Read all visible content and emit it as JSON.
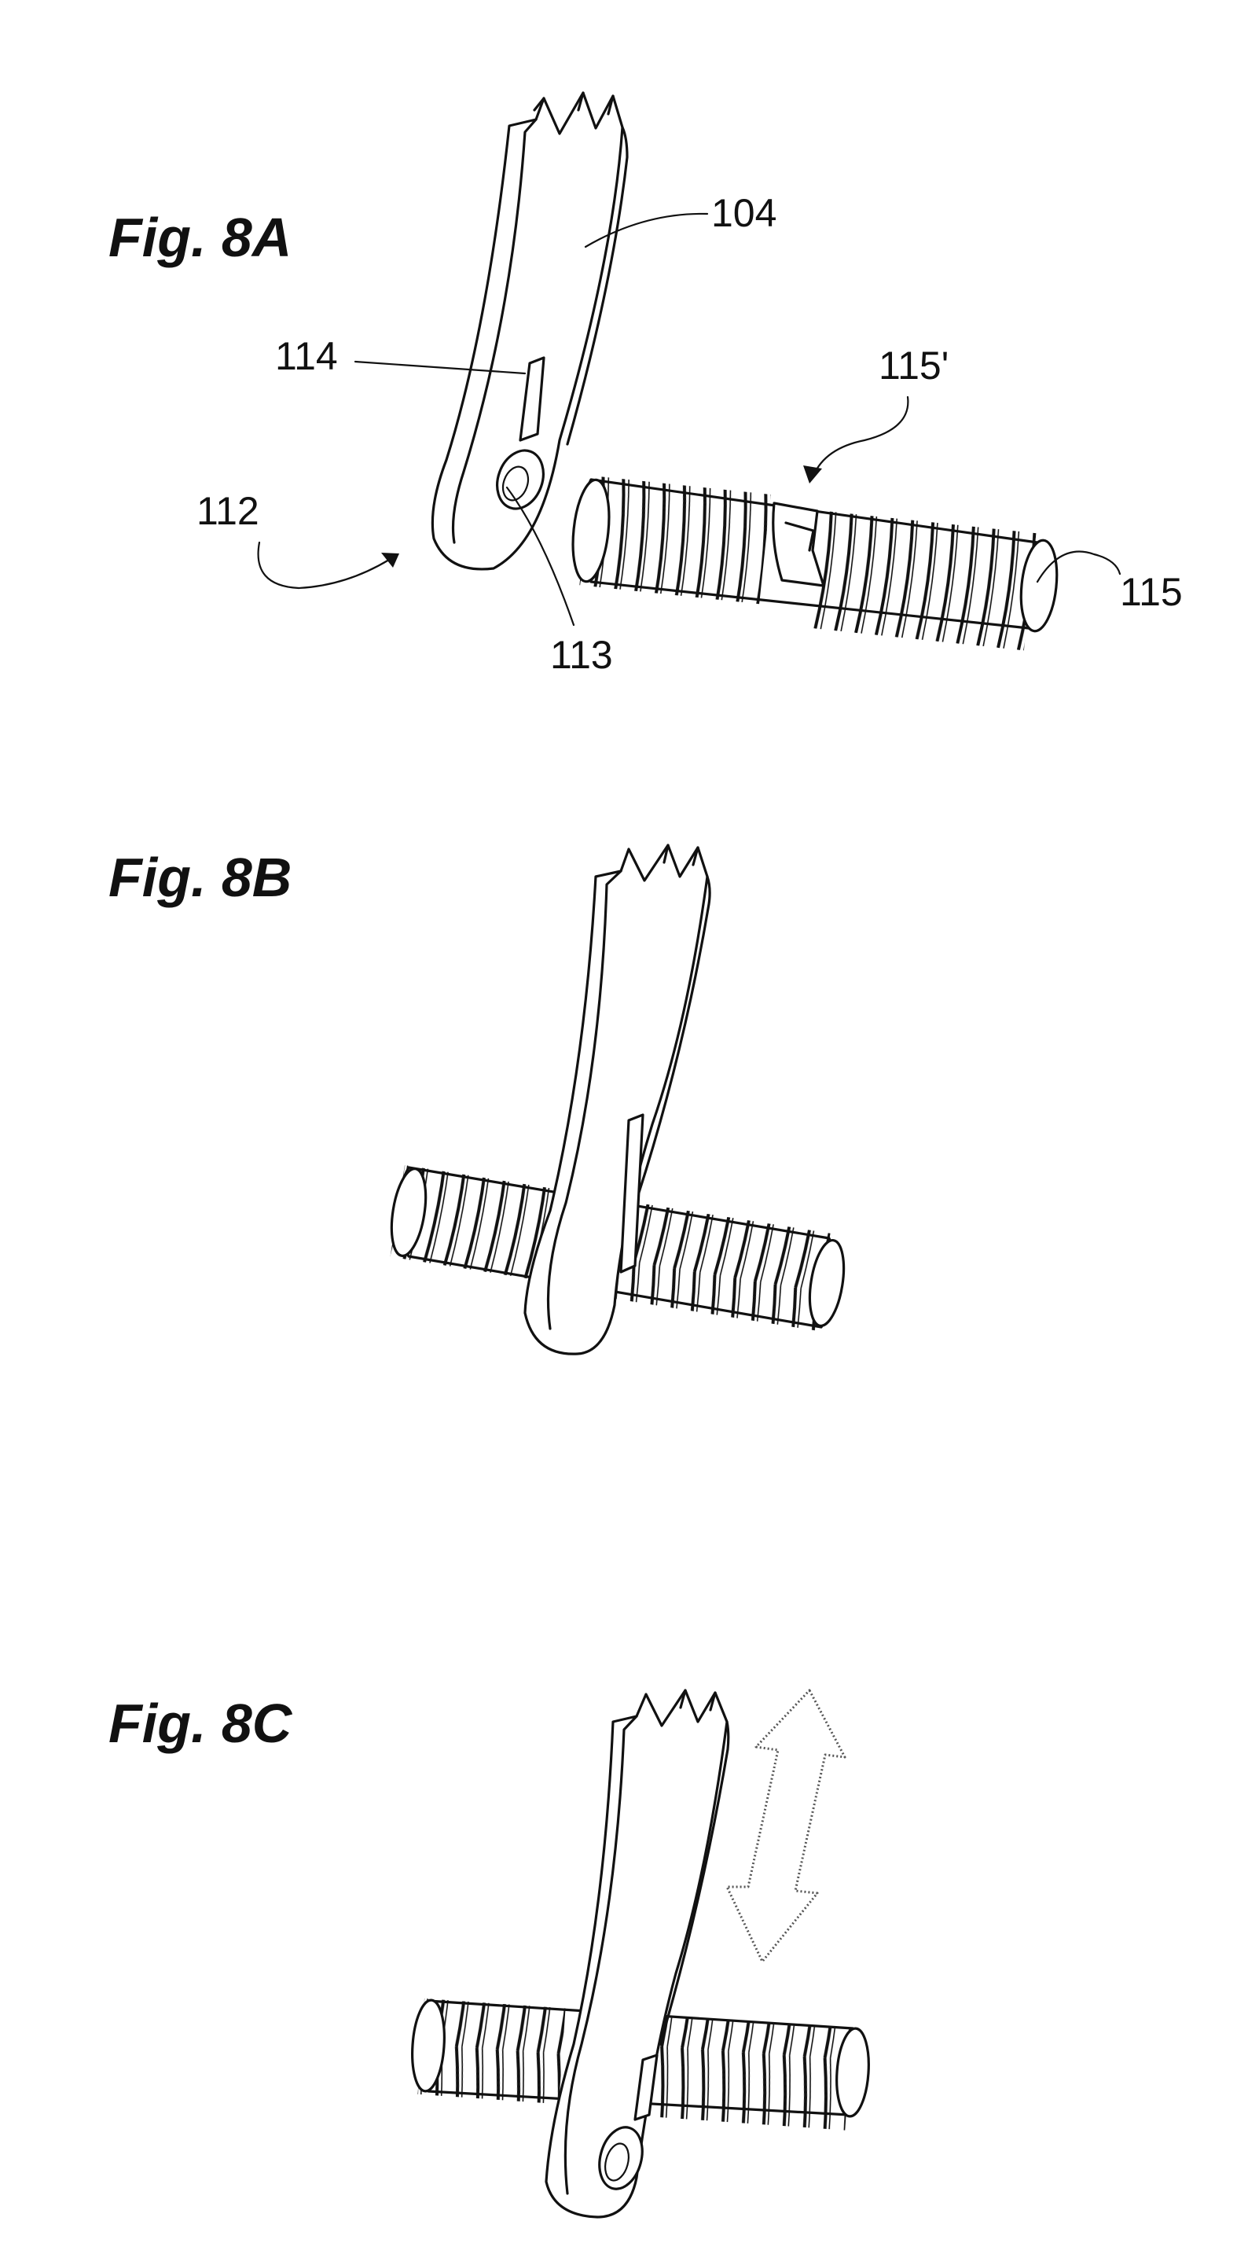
{
  "figures": [
    {
      "id": "8A",
      "title": "Fig. 8A",
      "labels": {
        "lever": "104",
        "slot": "114",
        "screw_notch": "115'",
        "assembly": "112",
        "hole": "113",
        "screw": "115"
      }
    },
    {
      "id": "8B",
      "title": "Fig. 8B"
    },
    {
      "id": "8C",
      "title": "Fig. 8C"
    }
  ]
}
